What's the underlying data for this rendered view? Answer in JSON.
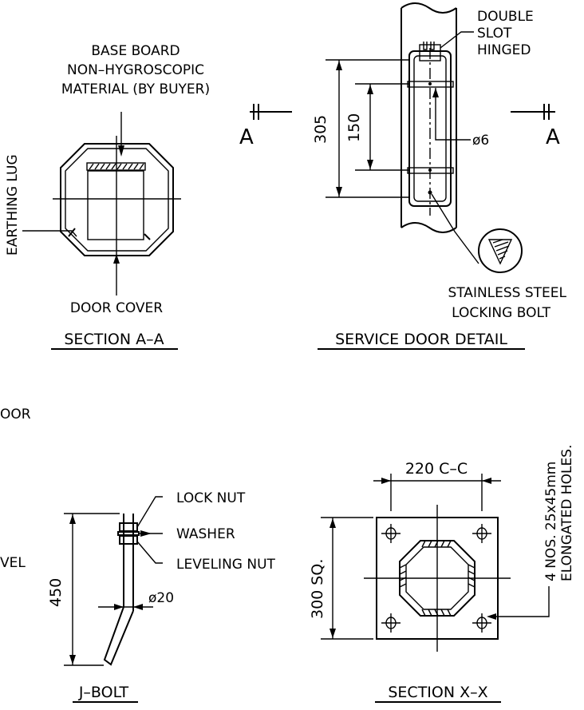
{
  "section_aa": {
    "base_board_line1": "BASE BOARD",
    "base_board_line2": "NON–HYGROSCOPIC",
    "base_board_line3": "MATERIAL (BY BUYER)",
    "earthing_lug": "EARTHING LUG",
    "door_cover": "DOOR COVER",
    "title": "SECTION A–A"
  },
  "service_door": {
    "double_slot_line1": "DOUBLE",
    "double_slot_line2": "SLOT",
    "double_slot_line3": "HINGED",
    "section_mark_left": "A",
    "section_mark_right": "A",
    "dim_305": "305",
    "dim_150": "150",
    "dia_6": "ø6",
    "bolt_line1": "STAINLESS STEEL",
    "bolt_line2": "LOCKING BOLT",
    "title": "SERVICE DOOR DETAIL"
  },
  "left_cut": {
    "oor": "OOR",
    "vel": "VEL"
  },
  "j_bolt": {
    "lock_nut": "LOCK NUT",
    "washer": "WASHER",
    "leveling_nut": "LEVELING NUT",
    "dim_450": "450",
    "dia_20": "ø20",
    "title": "J–BOLT"
  },
  "section_xx": {
    "dim_220": "220 C–C",
    "dim_300": "300 SQ.",
    "holes_line1": "4 NOS. 25x45mm",
    "holes_line2": "ELONGATED HOLES.",
    "title": "SECTION X–X"
  }
}
